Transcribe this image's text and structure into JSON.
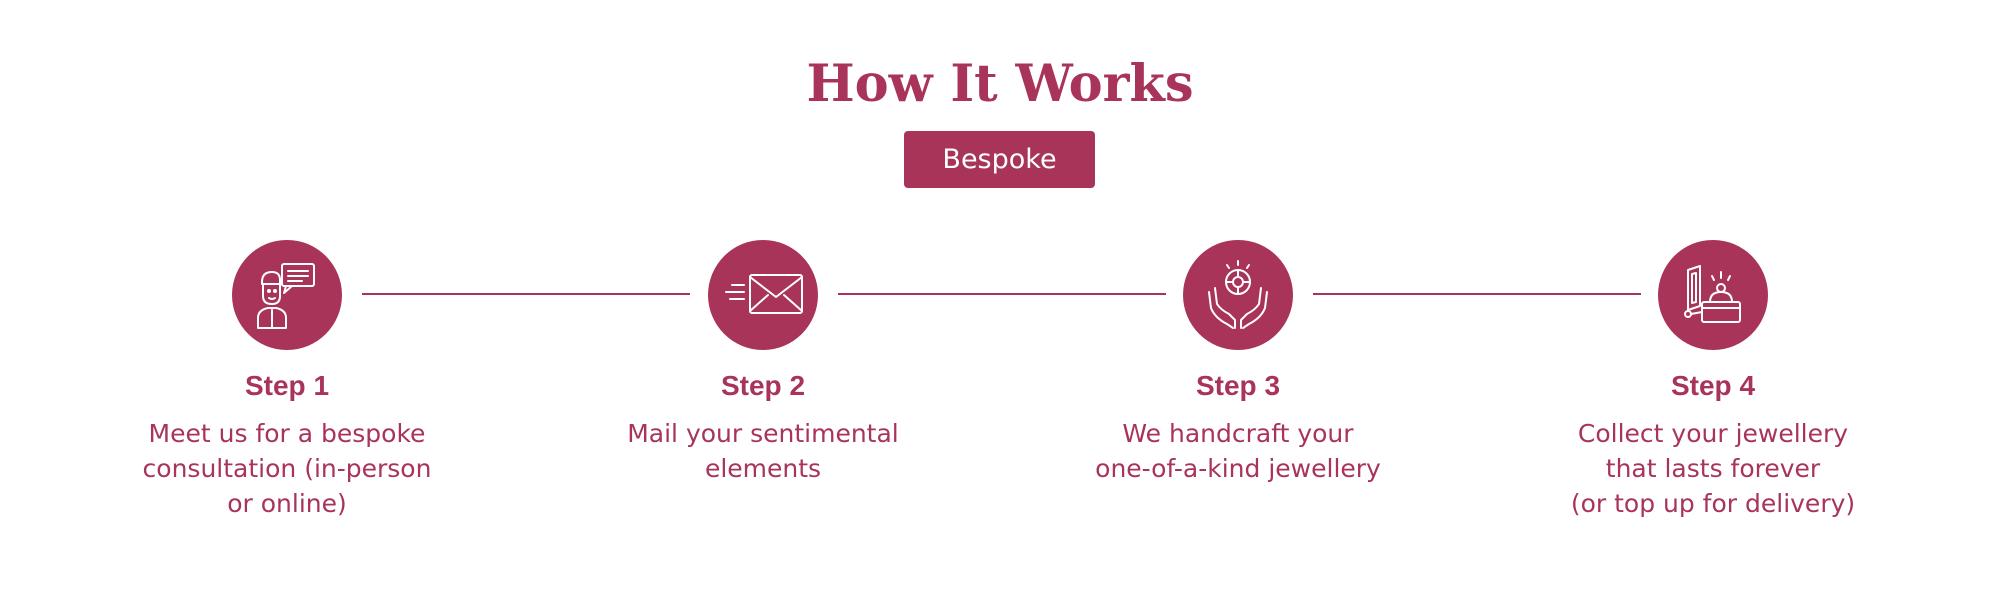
{
  "section": {
    "title": "How It Works",
    "tab_label": "Bespoke"
  },
  "theme": {
    "accent": "#a8345a",
    "background": "#ffffff",
    "icon_color": "#ffffff"
  },
  "steps": [
    {
      "icon": "consultation-chat-icon",
      "title": "Step 1",
      "lines": [
        "Meet us for a bespoke",
        "consultation (in-person",
        "or online)"
      ]
    },
    {
      "icon": "mail-envelope-icon",
      "title": "Step 2",
      "lines": [
        "Mail your sentimental",
        "elements"
      ]
    },
    {
      "icon": "hands-gem-icon",
      "title": "Step 3",
      "lines": [
        "We handcraft your",
        "one-of-a-kind jewellery"
      ]
    },
    {
      "icon": "jewellery-box-icon",
      "title": "Step 4",
      "lines": [
        "Collect your jewellery",
        "that lasts forever",
        "(or top up for delivery)"
      ]
    }
  ]
}
